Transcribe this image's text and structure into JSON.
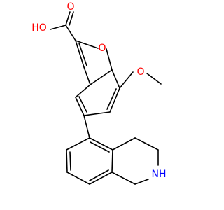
{
  "labels": {
    "hydroxyl": "HO",
    "carbonyl_oxygen": "O",
    "ring_oxygen": "O",
    "methoxy_oxygen": "O",
    "amine": "NH"
  },
  "colors": {
    "background": "#ffffff",
    "bond": "#000000",
    "oxygen": "#ff0000",
    "nitrogen": "#0000ff"
  }
}
